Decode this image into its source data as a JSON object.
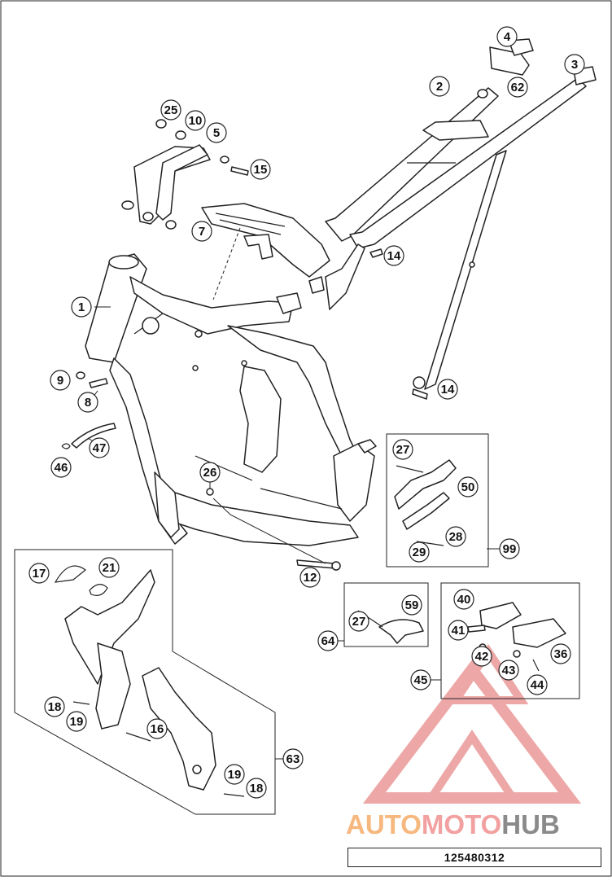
{
  "diagram": {
    "reference_number": "125480312",
    "watermark": {
      "part1": "AUTO",
      "part2": "MOTO",
      "part3": "HUB"
    },
    "callouts": [
      {
        "label": "1"
      },
      {
        "label": "2"
      },
      {
        "label": "3"
      },
      {
        "label": "4"
      },
      {
        "label": "5"
      },
      {
        "label": "7"
      },
      {
        "label": "8"
      },
      {
        "label": "9"
      },
      {
        "label": "10"
      },
      {
        "label": "12"
      },
      {
        "label": "14"
      },
      {
        "label": "14"
      },
      {
        "label": "15"
      },
      {
        "label": "16"
      },
      {
        "label": "17"
      },
      {
        "label": "18"
      },
      {
        "label": "18"
      },
      {
        "label": "19"
      },
      {
        "label": "19"
      },
      {
        "label": "21"
      },
      {
        "label": "25"
      },
      {
        "label": "26"
      },
      {
        "label": "27"
      },
      {
        "label": "27"
      },
      {
        "label": "28"
      },
      {
        "label": "29"
      },
      {
        "label": "36"
      },
      {
        "label": "40"
      },
      {
        "label": "41"
      },
      {
        "label": "42"
      },
      {
        "label": "43"
      },
      {
        "label": "44"
      },
      {
        "label": "45"
      },
      {
        "label": "46"
      },
      {
        "label": "47"
      },
      {
        "label": "50"
      },
      {
        "label": "59"
      },
      {
        "label": "62"
      },
      {
        "label": "63"
      },
      {
        "label": "64"
      },
      {
        "label": "99"
      }
    ],
    "colors": {
      "line": "#222222",
      "watermark_red": "#e88a8a",
      "watermark_orange": "#f6b87e",
      "watermark_gray": "#8a8a8a"
    }
  }
}
